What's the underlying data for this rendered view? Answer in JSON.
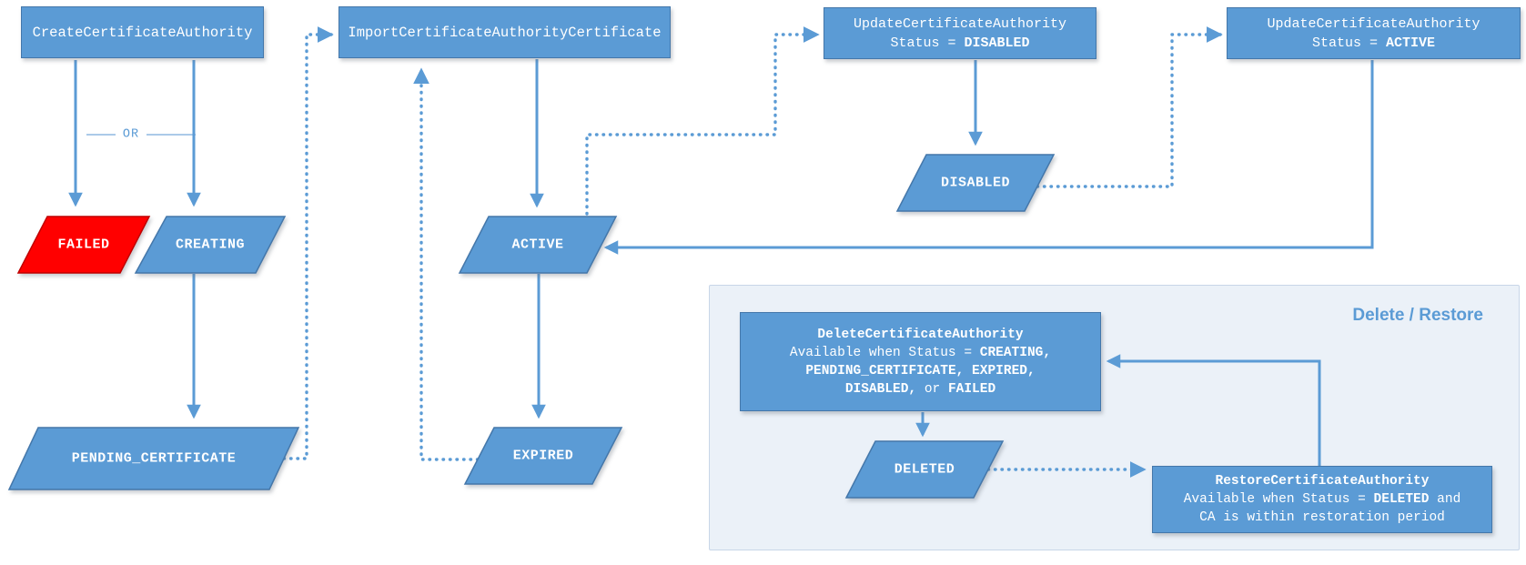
{
  "colors": {
    "accent": "#5B9BD5",
    "accent_dark": "#4477AA",
    "error_fill": "#FF0000",
    "error_border": "#C00000",
    "container_fill": "#EBF1F8",
    "container_border": "#C8D6E8",
    "divider": "#8FB8E2"
  },
  "nodes": {
    "create": {
      "label": "CreateCertificateAuthority"
    },
    "import": {
      "label": "ImportCertificateAuthorityCertificate"
    },
    "update_disabled": {
      "line1": "UpdateCertificateAuthority",
      "line2": [
        {
          "t": "Status = "
        },
        {
          "t": "DISABLED",
          "b": true
        }
      ]
    },
    "update_active": {
      "line1": "UpdateCertificateAuthority",
      "line2": [
        {
          "t": "Status = "
        },
        {
          "t": "ACTIVE",
          "b": true
        }
      ]
    },
    "delete": {
      "lines": [
        [
          {
            "t": "DeleteCertificateAuthority",
            "b": true
          }
        ],
        [
          {
            "t": "Available when Status = "
          },
          {
            "t": "CREATING,",
            "b": true
          }
        ],
        [
          {
            "t": "PENDING_CERTIFICATE, EXPIRED,",
            "b": true
          }
        ],
        [
          {
            "t": "DISABLED,",
            "b": true
          },
          {
            "t": " or "
          },
          {
            "t": "FAILED",
            "b": true
          }
        ]
      ]
    },
    "restore": {
      "lines": [
        [
          {
            "t": "RestoreCertificateAuthority",
            "b": true
          }
        ],
        [
          {
            "t": "Available when Status = "
          },
          {
            "t": "DELETED",
            "b": true
          },
          {
            "t": " and"
          }
        ],
        [
          {
            "t": "CA is within restoration period"
          }
        ]
      ]
    }
  },
  "states": {
    "failed": "FAILED",
    "creating": "CREATING",
    "pending_certificate": "PENDING_CERTIFICATE",
    "active": "ACTIVE",
    "expired": "EXPIRED",
    "disabled": "DISABLED",
    "deleted": "DELETED"
  },
  "labels": {
    "or": "OR",
    "group": "Delete / Restore"
  }
}
